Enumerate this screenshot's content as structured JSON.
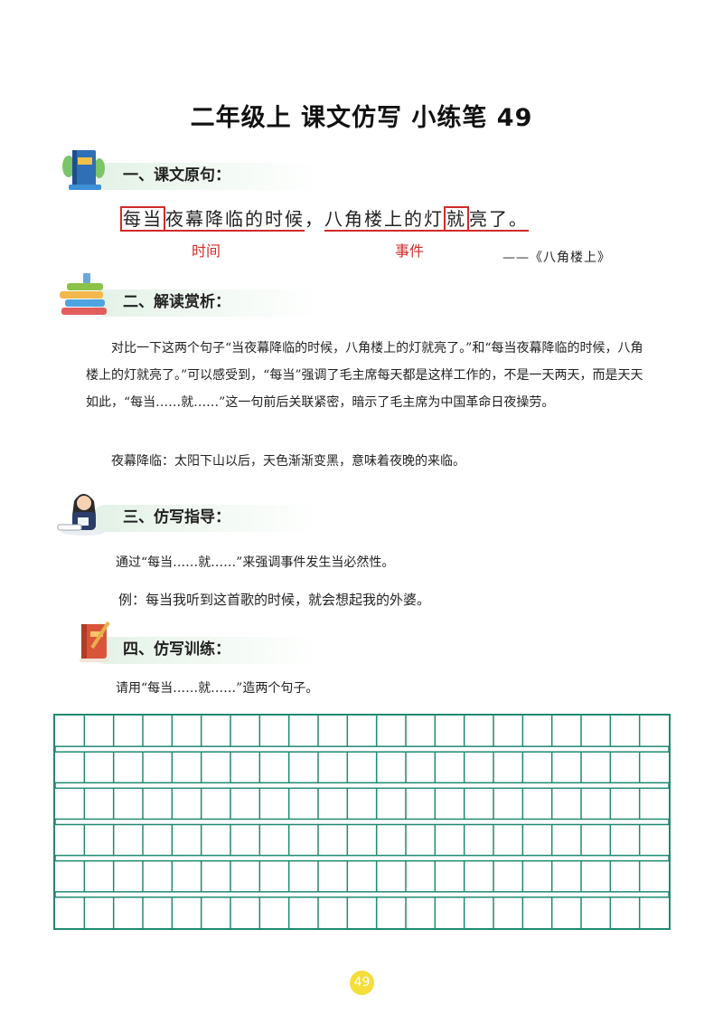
{
  "title": "二年级上 课文仿写 小练笔 49",
  "sections": {
    "s1": "一、课文原句：",
    "s2": "二、解读赏析：",
    "s3": "三、仿写指导：",
    "s4": "四、仿写训练："
  },
  "original": {
    "p1": "每当",
    "p2": "夜幕降临的时候",
    "p3": "，",
    "p4": "八角楼上的灯",
    "p5": "就",
    "p6": "亮了。",
    "label_time": "时间",
    "label_event": "事件",
    "source": "——《八角楼上》"
  },
  "analysis": {
    "para1": "对比一下这两个句子“当夜幕降临的时候，八角楼上的灯就亮了。”和“每当夜幕降临的时候，八角楼上的灯就亮了。”可以感受到，“每当”强调了毛主席每天都是这样工作的，不是一天两天，而是天天如此，“每当……就……”这一句前后关联紧密，暗示了毛主席为中国革命日夜操劳。",
    "para2": "夜幕降临：太阳下山以后，天色渐渐变黑，意味着夜晚的来临。"
  },
  "guide": {
    "line1": "通过“每当……就……”来强调事件发生当必然性。",
    "line2": "例：每当我听到这首歌的时候，就会想起我的外婆。"
  },
  "practice": {
    "prompt": "请用“每当……就……”造两个句子。"
  },
  "writing_grid": {
    "rows": 6,
    "cols": 21
  },
  "page_number": "49",
  "colors": {
    "accent_red": "#d42a2a",
    "grid_green": "#1f8a70",
    "page_badge": "#f5dd3a"
  }
}
